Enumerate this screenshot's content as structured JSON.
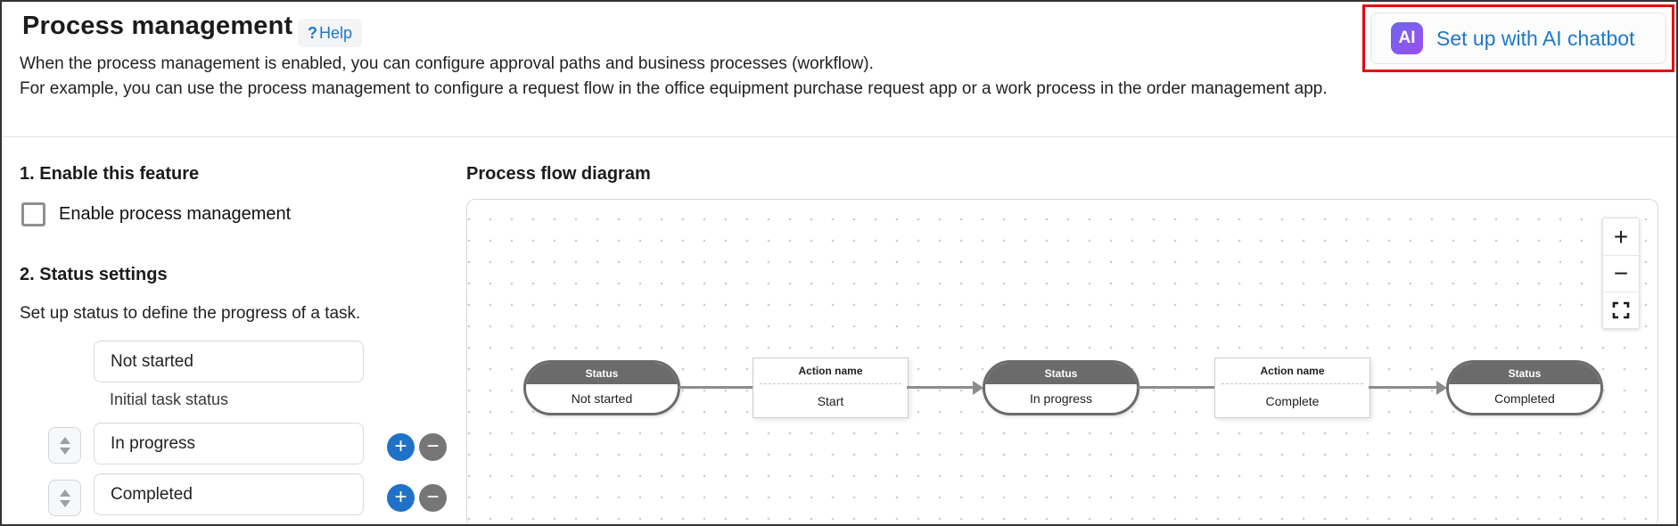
{
  "header": {
    "title": "Process management",
    "help": {
      "icon": "?",
      "label": "Help"
    },
    "description": {
      "line1": "When the process management is enabled, you can configure approval paths and business processes (workflow).",
      "line2": "For example, you can use the process management to configure a request flow in the office equipment purchase request app or a work process in the order management app."
    }
  },
  "ai_chatbot": {
    "icon_label": "AI",
    "label": "Set up with AI chatbot"
  },
  "enable_section": {
    "heading": "1. Enable this feature",
    "checkbox_label": "Enable process management",
    "checked": false
  },
  "status_section": {
    "heading": "2. Status settings",
    "subtext": "Set up status to define the progress of a task.",
    "fields": [
      {
        "value": "Not started",
        "note": "Initial task status"
      },
      {
        "value": "In progress"
      },
      {
        "value": "Completed"
      }
    ],
    "icons": {
      "plus": "+",
      "minus": "−"
    }
  },
  "diagram": {
    "heading": "Process flow diagram",
    "nodes": [
      {
        "type": "status",
        "header": "Status",
        "label": "Not started"
      },
      {
        "type": "action",
        "header": "Action name",
        "label": "Start"
      },
      {
        "type": "status",
        "header": "Status",
        "label": "In progress"
      },
      {
        "type": "action",
        "header": "Action name",
        "label": "Complete"
      },
      {
        "type": "status",
        "header": "Status",
        "label": "Completed"
      }
    ],
    "controls": {
      "zoom_in": "+",
      "zoom_out": "−",
      "fit": "expand"
    }
  },
  "colors": {
    "accent_blue": "#1f72c8",
    "link_blue": "#2276c9",
    "annotation_red": "#e8000b",
    "node_gray": "#6b6b6b",
    "ai_gradient_start": "#6e66ea",
    "ai_gradient_end": "#9a4ff2"
  }
}
